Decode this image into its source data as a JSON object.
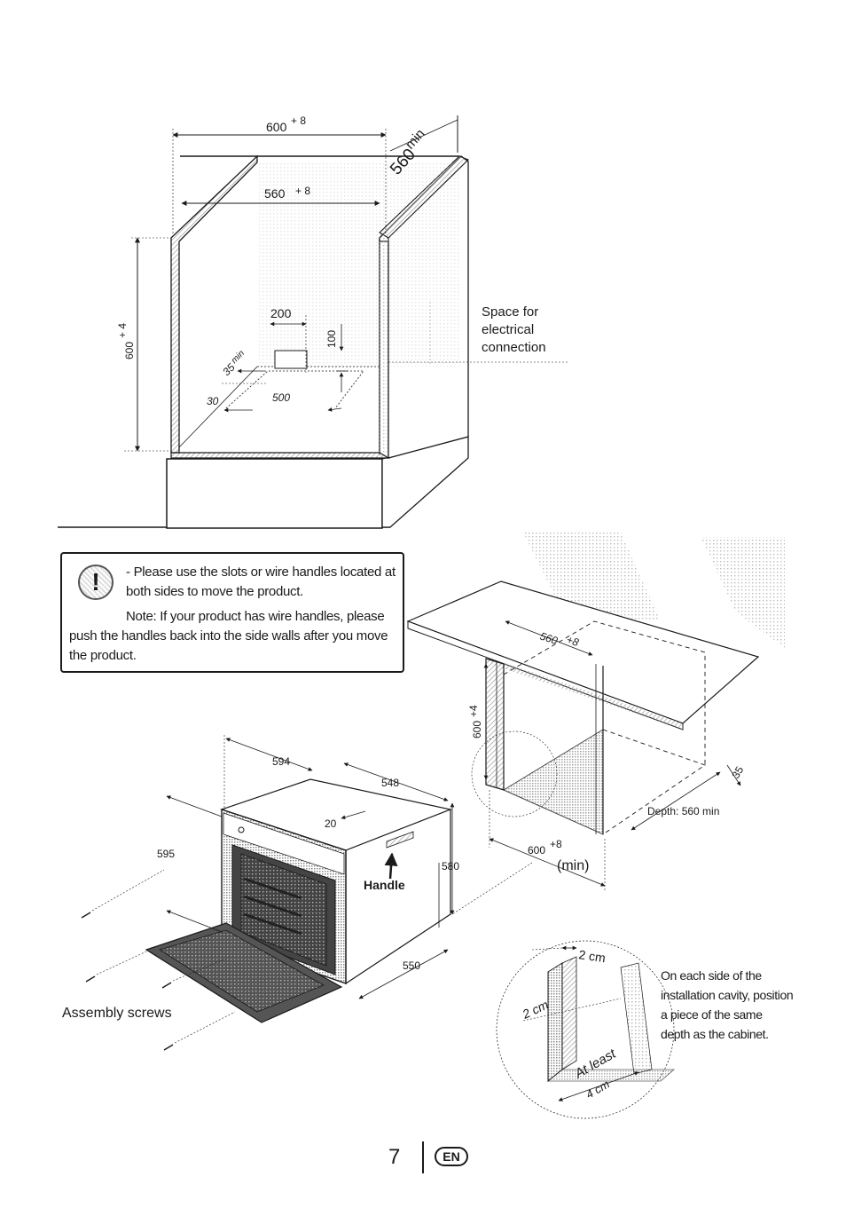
{
  "top_diagram": {
    "dim_width_outer": "600",
    "dim_width_outer_tol": "+ 8",
    "dim_width_inner": "560",
    "dim_width_inner_tol": "+ 8",
    "dim_depth": "560",
    "dim_depth_suffix": "min",
    "dim_height": "600",
    "dim_height_tol": "+ 4",
    "dim_200": "200",
    "dim_100": "100",
    "dim_35": "35",
    "dim_35_suffix": "min",
    "dim_30": "30",
    "dim_500": "500",
    "space_label_1": "Space for",
    "space_label_2": "electrical",
    "space_label_3": "connection"
  },
  "warning": {
    "icon": "exclamation-icon",
    "text_1": "- Please use the slots or wire handles located at both sides to move the product.",
    "text_2": "Note: If your product has wire handles, please push the handles back into the side walls after you move the product."
  },
  "bottom_diagram": {
    "cab_560": "560",
    "cab_560_tol": "+8",
    "cab_600": "600",
    "cab_600_tol": "+4",
    "cab_35": "35",
    "cab_depth": "Depth: 560 min",
    "cab_600b": "600",
    "cab_600b_tol": "+8",
    "cab_min": "(min)",
    "oven_594": "594",
    "oven_548": "548",
    "oven_20": "20",
    "oven_595": "595",
    "oven_580": "580",
    "oven_550": "550",
    "handle_label": "Handle",
    "screws_label": "Assembly screws",
    "detail_2cm_top": "2 cm",
    "detail_2cm_side": "2 cm",
    "detail_at_least": "At least",
    "detail_4cm": "4 cm"
  },
  "side_note": "On each side of the installation cavity, position a piece of the same depth as the cabinet.",
  "footer": {
    "page_number": "7",
    "language_badge": "EN"
  }
}
